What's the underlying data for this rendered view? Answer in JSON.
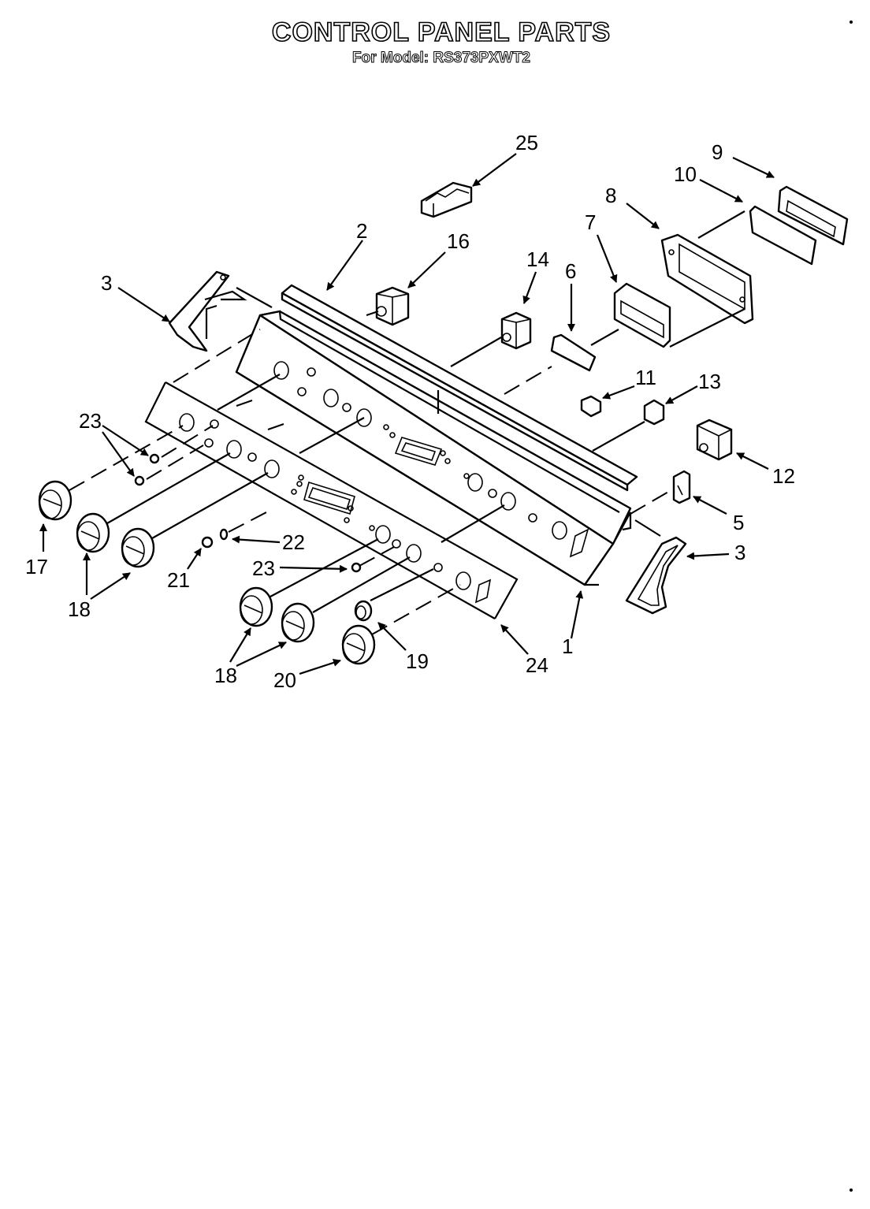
{
  "header": {
    "title": "CONTROL PANEL PARTS",
    "subtitle": "For Model: RS373PXWT2"
  },
  "callouts": [
    "25",
    "9",
    "10",
    "8",
    "2",
    "16",
    "14",
    "7",
    "6",
    "3",
    "11",
    "13",
    "23",
    "12",
    "5",
    "3",
    "22",
    "17",
    "21",
    "23",
    "18",
    "1",
    "24",
    "19",
    "18",
    "20"
  ]
}
